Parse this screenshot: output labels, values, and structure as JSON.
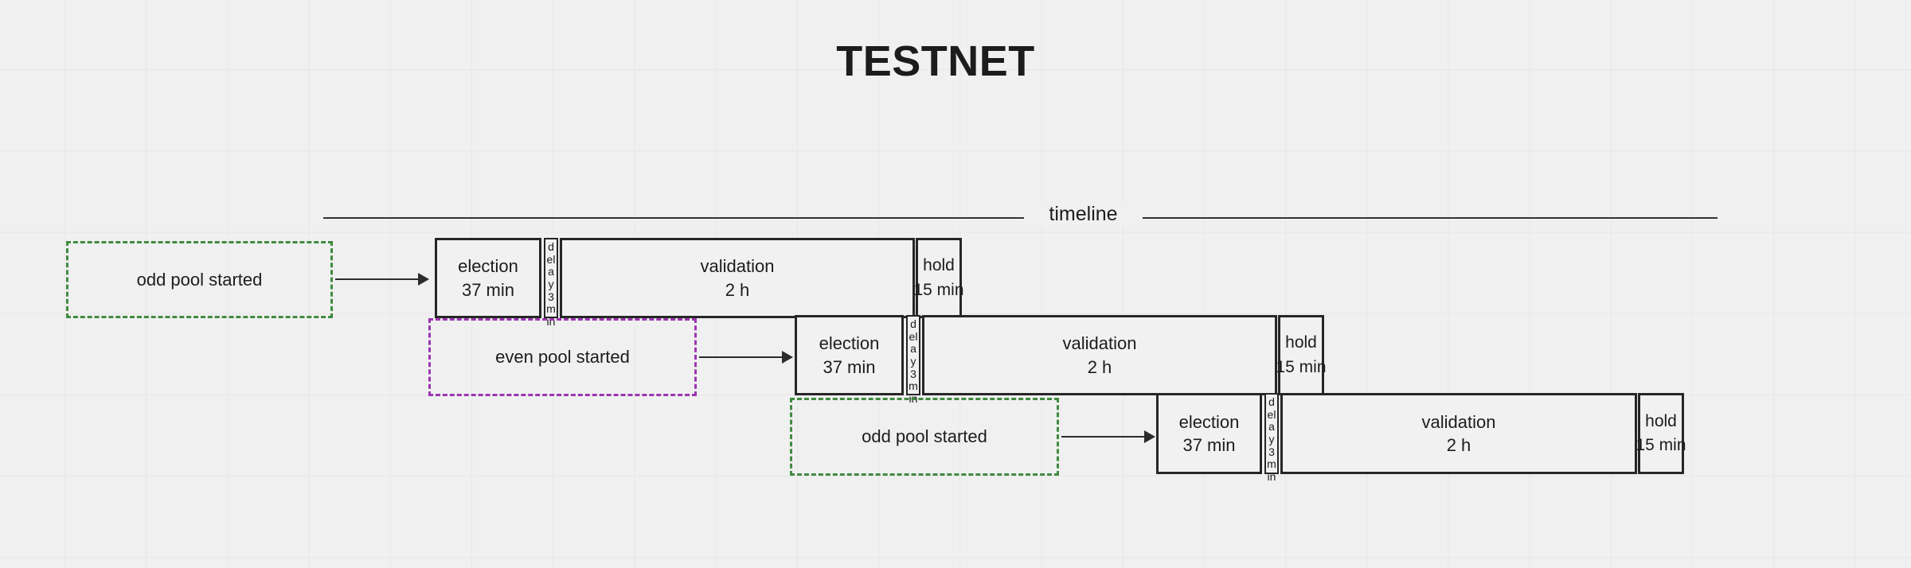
{
  "title": "TESTNET",
  "timeline": {
    "label": "timeline"
  },
  "rows": [
    {
      "event": {
        "label": "odd pool started",
        "color": "#3f8c3f",
        "style": "dashed-green"
      },
      "phases": [
        {
          "name": "election",
          "duration": "37 min"
        },
        {
          "name": "delay",
          "duration": "3 min"
        },
        {
          "name": "validation",
          "duration": "2 h"
        },
        {
          "name": "hold",
          "duration": "15 min"
        }
      ]
    },
    {
      "event": {
        "label": "even pool started",
        "color": "#9b35b0",
        "style": "dashed-purple"
      },
      "phases": [
        {
          "name": "election",
          "duration": "37 min"
        },
        {
          "name": "delay",
          "duration": "3 min"
        },
        {
          "name": "validation",
          "duration": "2 h"
        },
        {
          "name": "hold",
          "duration": "15 min"
        }
      ]
    },
    {
      "event": {
        "label": "odd pool started",
        "color": "#3f8c3f",
        "style": "dashed-green"
      },
      "phases": [
        {
          "name": "election",
          "duration": "37 min"
        },
        {
          "name": "delay",
          "duration": "3 min"
        },
        {
          "name": "validation",
          "duration": "2 h"
        },
        {
          "name": "hold",
          "duration": "15 min"
        }
      ]
    }
  ],
  "colors": {
    "background": "#f0f0f0",
    "grid": "#e7e7e7",
    "box_border": "#262626",
    "text": "#1c1c1c",
    "green_dashed": "#3f8c3f",
    "purple_dashed": "#9b35b0",
    "arrow": "#2b2b2b"
  }
}
